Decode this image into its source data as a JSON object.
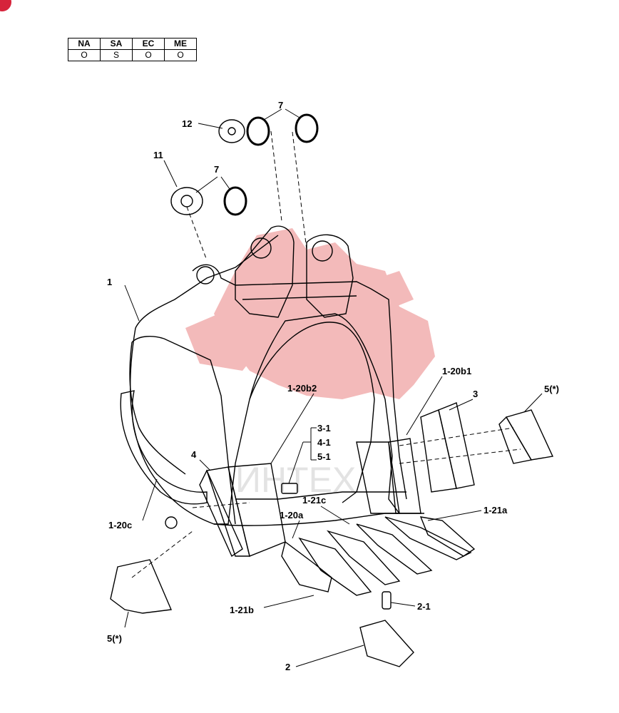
{
  "colors": {
    "line": "#000000",
    "watermark": "#f2b3b3",
    "corner_mark": "#d6233b"
  },
  "region_table": {
    "headers": [
      "NA",
      "SA",
      "EC",
      "ME"
    ],
    "values": [
      "O",
      "S",
      "O",
      "O"
    ]
  },
  "callouts": {
    "c1": "1",
    "c2": "2",
    "c2_1": "2-1",
    "c3": "3",
    "c3_1": "3-1",
    "c4": "4",
    "c4_1": "4-1",
    "c5_1": "5-1",
    "c5_right": "5(*)",
    "c5_left": "5(*)",
    "c7_top": "7",
    "c7_mid": "7",
    "c11": "11",
    "c12": "12",
    "c1_20a": "1-20a",
    "c1_20b1": "1-20b1",
    "c1_20b2": "1-20b2",
    "c1_20c": "1-20c",
    "c1_21a": "1-21a",
    "c1_21b": "1-21b",
    "c1_21c": "1-21c"
  },
  "watermark": {
    "text": "ИНТЕХ"
  }
}
